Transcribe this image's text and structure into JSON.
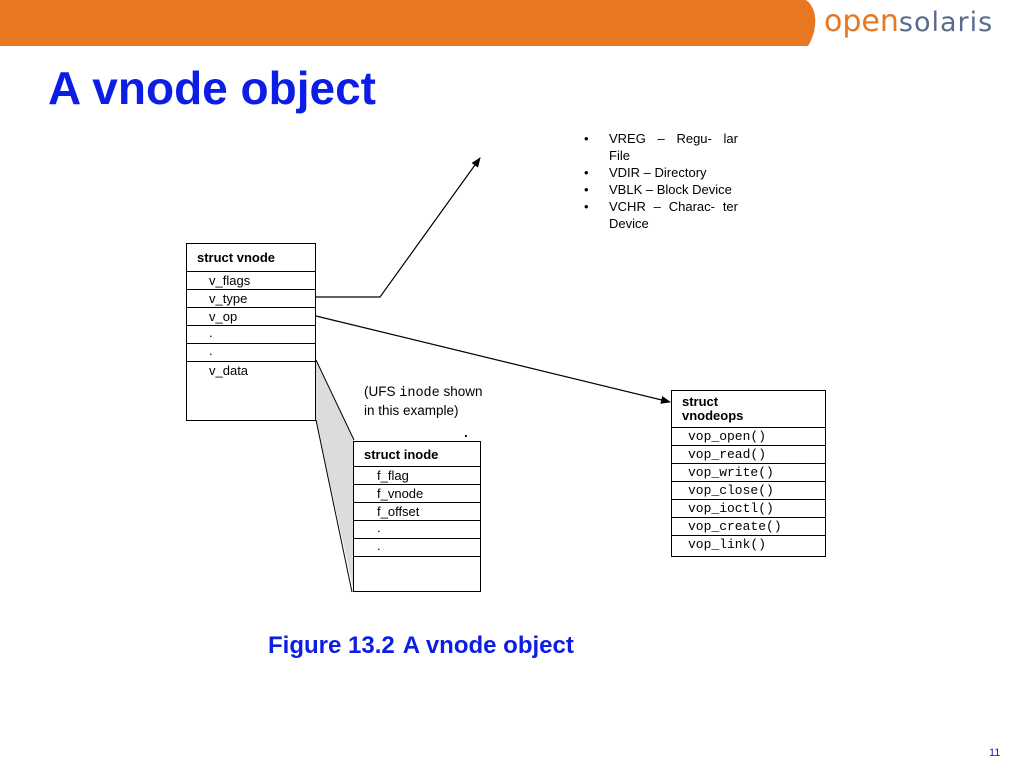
{
  "header": {
    "brand_color": "#e87722",
    "logo_open": "open",
    "logo_solaris": "solaris"
  },
  "title": "A vnode object",
  "figure": {
    "vnode": {
      "title": "struct vnode",
      "fields": [
        "v_flags",
        "v_type",
        "v_op",
        ".",
        ".",
        "v_data"
      ]
    },
    "inode_note": {
      "prefix": "(UFS ",
      "mono": "inode",
      "suffix": " shown",
      "line2": "in this example)"
    },
    "inode": {
      "title": "struct inode",
      "fields": [
        "f_flag",
        "f_vnode",
        "f_offset",
        ".",
        "."
      ]
    },
    "vnodeops": {
      "title_line1": "struct",
      "title_line2": "vnodeops",
      "fields": [
        "vop_open()",
        "vop_read()",
        "vop_write()",
        "vop_close()",
        "vop_ioctl()",
        "vop_create()",
        "vop_link()"
      ]
    },
    "types": [
      "VREG – Regu- lar File",
      "VDIR – Directory",
      "VBLK – Block Device",
      "VCHR – Charac- ter Device"
    ],
    "stray_dot": "."
  },
  "caption": {
    "label": "Figure 13.2",
    "text": "A vnode object"
  },
  "page_number": "11"
}
